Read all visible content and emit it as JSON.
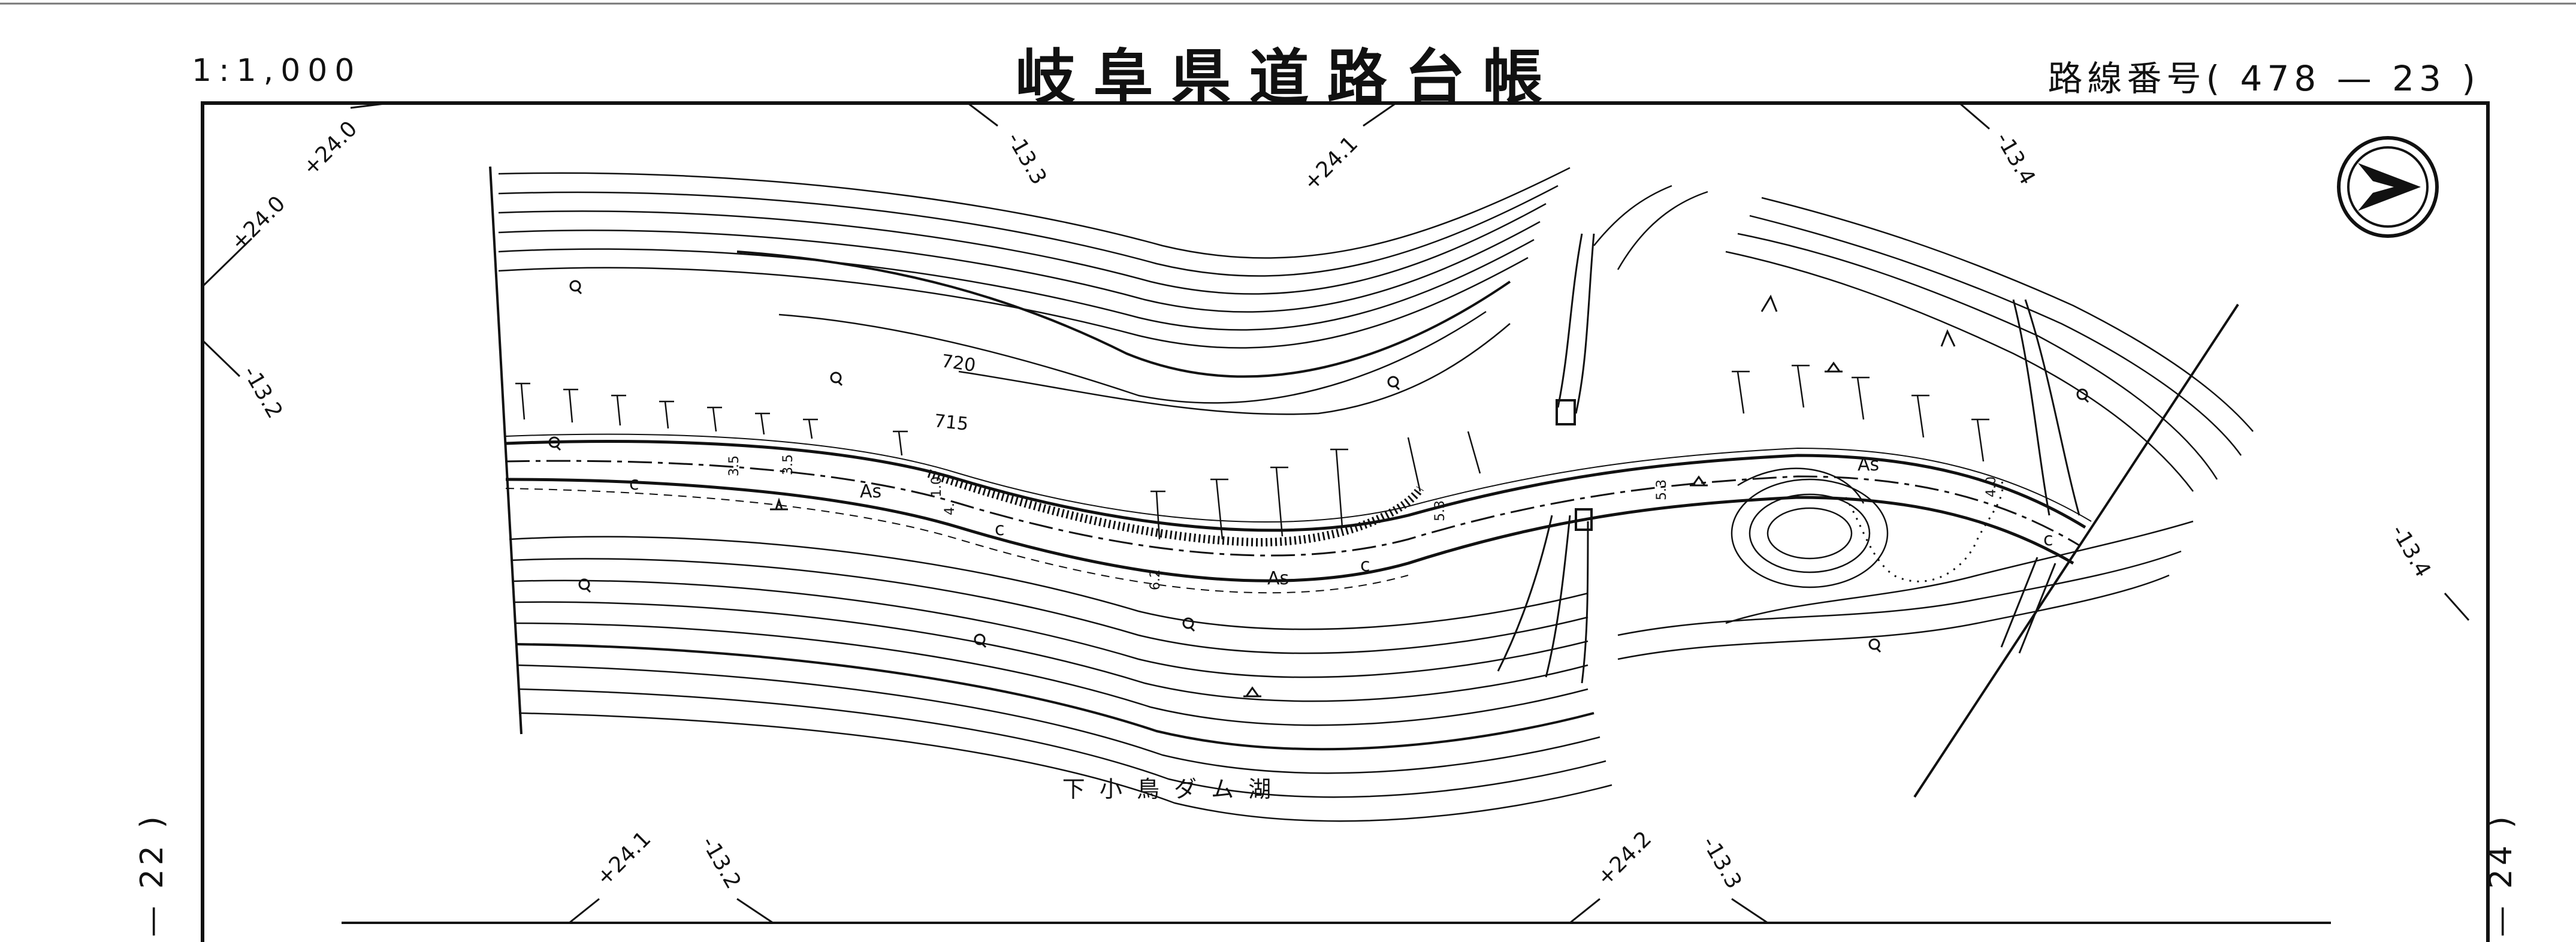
{
  "header": {
    "scale": "1:1,000",
    "title": "岐阜県道路台帳",
    "route_label": "路線番号",
    "route_number": "( 478 — 23 )"
  },
  "side_refs": {
    "left": "— 22 )",
    "right": "— 24 )"
  },
  "grid_labels": {
    "top": [
      "+24.0",
      "-13.3",
      "+24.1",
      "-13.4"
    ],
    "left": [
      "+24.0",
      "-13.2"
    ],
    "right": [
      "-13.4"
    ],
    "bottom": [
      "+24.1",
      "-13.2",
      "+24.2",
      "-13.3"
    ]
  },
  "contour_labels": [
    "720",
    "715"
  ],
  "road_labels": {
    "surface": [
      "As",
      "As",
      "As"
    ],
    "curb": [
      "c",
      "c",
      "c",
      "c"
    ],
    "widths": [
      "3.5",
      "3.5",
      "1.0",
      "4.",
      "5.3",
      "6.2",
      "5.3",
      "4.0"
    ]
  },
  "water_label": "下 小 鳥 ダ ム 湖",
  "symbols": {
    "north_arrow": "north-arrow-icon",
    "forest": "broadleaf-symbol",
    "mountain": "mountain-symbol"
  }
}
